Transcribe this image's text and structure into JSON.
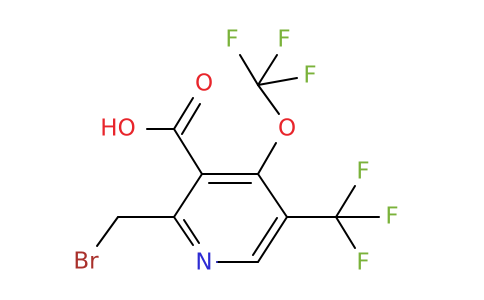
{
  "molecule": {
    "atoms": {
      "hydroxyl": "HO",
      "carbonyl_oxygen": "O",
      "ether_oxygen": "O",
      "nitrogen": "N",
      "bromine": "Br",
      "fluorine_ocf3_a": "F",
      "fluorine_ocf3_b": "F",
      "fluorine_ocf3_c": "F",
      "fluorine_cf3_a": "F",
      "fluorine_cf3_b": "F",
      "fluorine_cf3_c": "F"
    },
    "colors": {
      "bond": "#000000",
      "oxygen": "#e8252b",
      "nitrogen": "#2d2bd3",
      "fluorine": "#7ab23a",
      "bromine": "#a9302b"
    }
  }
}
